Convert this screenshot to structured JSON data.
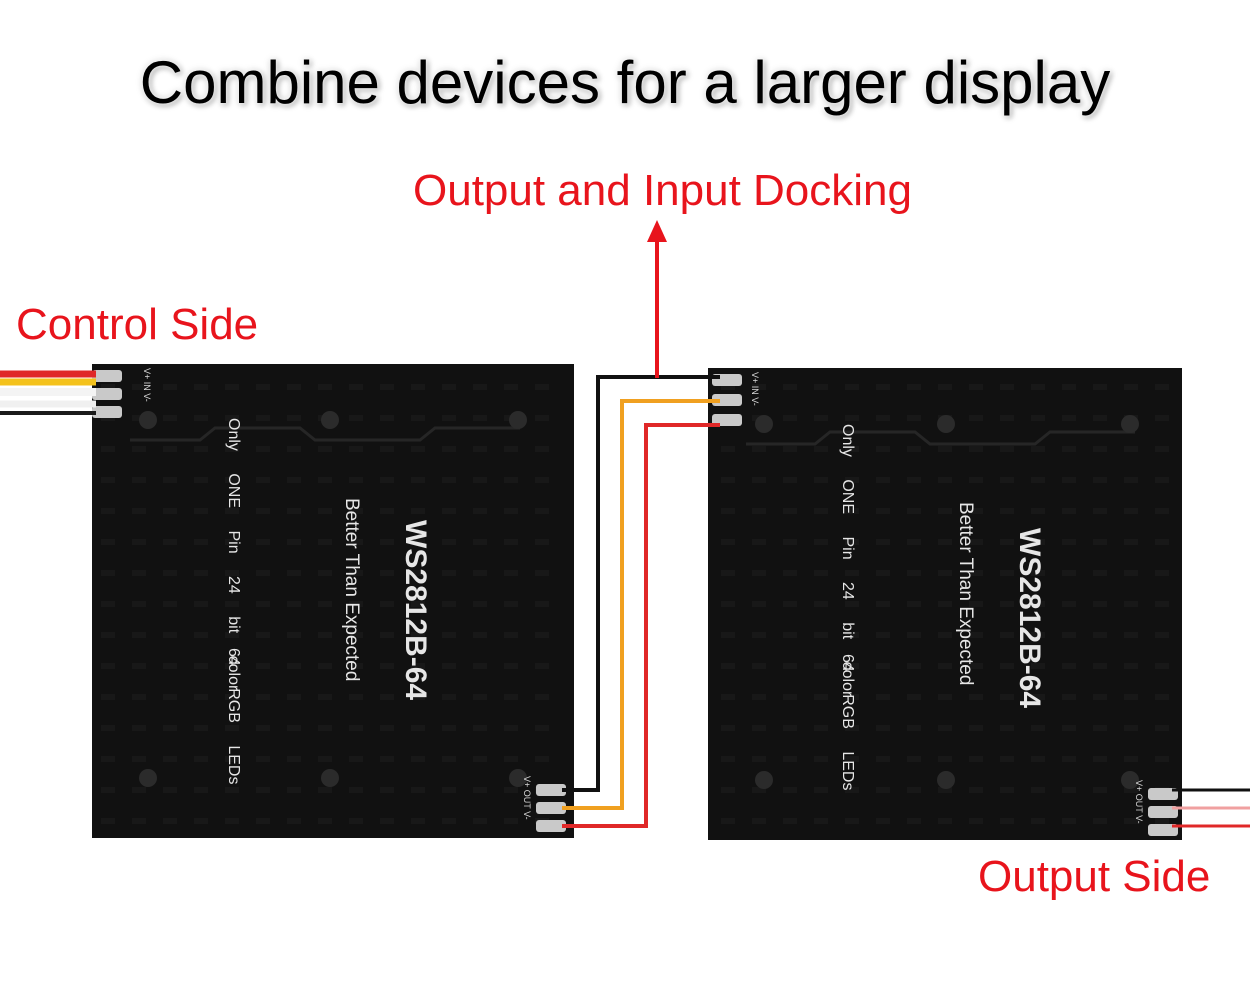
{
  "headline": "Combine devices for a larger display",
  "labels": {
    "docking": "Output and Input Docking",
    "control_side": "Control Side",
    "output_side": "Output Side"
  },
  "panel": {
    "model": "WS2812B-64",
    "slogan": "Better Than Expected",
    "spec_line_1": "Only ONE Pin   24 bit color",
    "spec_line_2": "64 RGB LEDs",
    "pins_in": "V+ IN V-",
    "pins_out": "V+ OUT V-"
  },
  "colors": {
    "label_red": "#e8141c",
    "board": "#111111",
    "wire_black": "#111111",
    "wire_orange": "#f0a020",
    "wire_red": "#e02828",
    "wire_white": "#f4f4f4"
  }
}
